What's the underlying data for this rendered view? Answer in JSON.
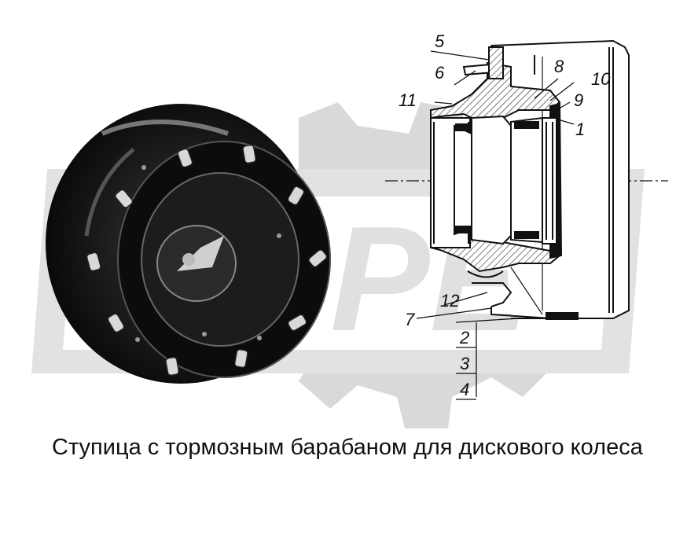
{
  "caption": "Ступица с тормозным барабаном для дискового колеса",
  "callouts": {
    "c1": "1",
    "c2": "2",
    "c3": "3",
    "c4": "4",
    "c5": "5",
    "c6": "6",
    "c7": "7",
    "c8": "8",
    "c9": "9",
    "c10": "10",
    "c11": "11",
    "c12": "12"
  },
  "colors": {
    "watermark": "#d9d9d9",
    "ink": "#111111",
    "hatch": "#444444",
    "paper": "#ffffff"
  }
}
